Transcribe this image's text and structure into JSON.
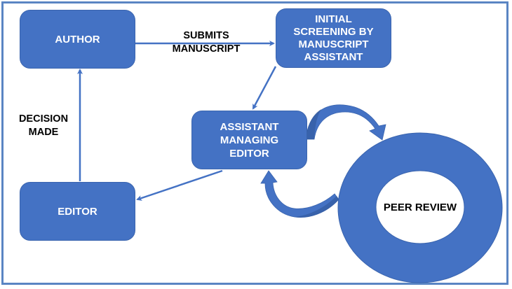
{
  "diagram": {
    "type": "flowchart",
    "title": "",
    "colors": {
      "node_fill": "#4472c4",
      "node_text": "#ffffff",
      "edge": "#4472c4",
      "frame": "#5a85c3",
      "label_text": "#000000"
    },
    "nodes": {
      "author": {
        "label": "AUTHOR"
      },
      "initial_screening": {
        "label": "INITIAL\nSCREENING BY\nMANUSCRIPT\nASSISTANT"
      },
      "assistant_managing_editor": {
        "label": "ASSISTANT\nMANAGING\nEDITOR"
      },
      "editor": {
        "label": "EDITOR"
      },
      "peer_review": {
        "label": "PEER REVIEW",
        "shape": "donut"
      }
    },
    "edges": [
      {
        "from": "author",
        "to": "initial_screening",
        "label": "SUBMITS\nMANUSCRIPT"
      },
      {
        "from": "initial_screening",
        "to": "assistant_managing_editor",
        "label": ""
      },
      {
        "from": "assistant_managing_editor",
        "to": "peer_review",
        "label": "",
        "style": "curved-block-arrow"
      },
      {
        "from": "peer_review",
        "to": "assistant_managing_editor",
        "label": "",
        "style": "curved-block-arrow"
      },
      {
        "from": "assistant_managing_editor",
        "to": "editor",
        "label": ""
      },
      {
        "from": "editor",
        "to": "author",
        "label": "DECISION\nMADE"
      }
    ],
    "edge_labels": {
      "submits": "SUBMITS\nMANUSCRIPT",
      "decision": "DECISION\nMADE"
    }
  }
}
